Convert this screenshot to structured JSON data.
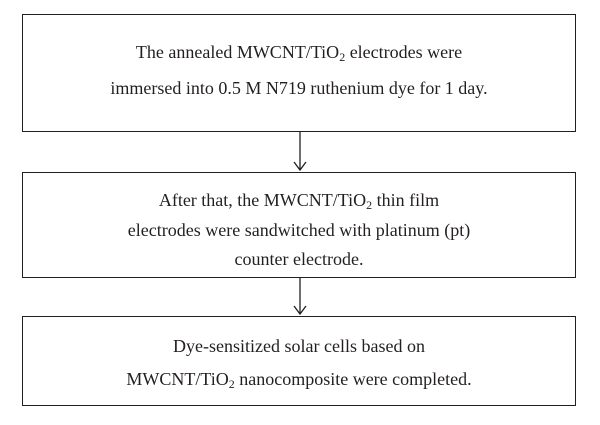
{
  "steps": [
    {
      "lines": [
        {
          "pre": "The annealed MWCNT/TiO",
          "sub": "2",
          "post": " electrodes were"
        },
        {
          "pre": "immersed into 0.5 M N719 ruthenium dye for 1 day.",
          "sub": "",
          "post": ""
        }
      ]
    },
    {
      "lines": [
        {
          "pre": "After that, the MWCNT/TiO",
          "sub": "2",
          "post": " thin film"
        },
        {
          "pre": "electrodes were sandwitched with platinum (pt)",
          "sub": "",
          "post": ""
        },
        {
          "pre": "counter electrode.",
          "sub": "",
          "post": ""
        }
      ]
    },
    {
      "lines": [
        {
          "pre": "Dye-sensitized solar cells based on",
          "sub": "",
          "post": ""
        },
        {
          "pre": "MWCNT/TiO",
          "sub": "2",
          "post": "  nanocomposite were completed."
        }
      ]
    }
  ],
  "colors": {
    "stroke": "#231f20",
    "text": "#231f20",
    "background": "#ffffff"
  }
}
